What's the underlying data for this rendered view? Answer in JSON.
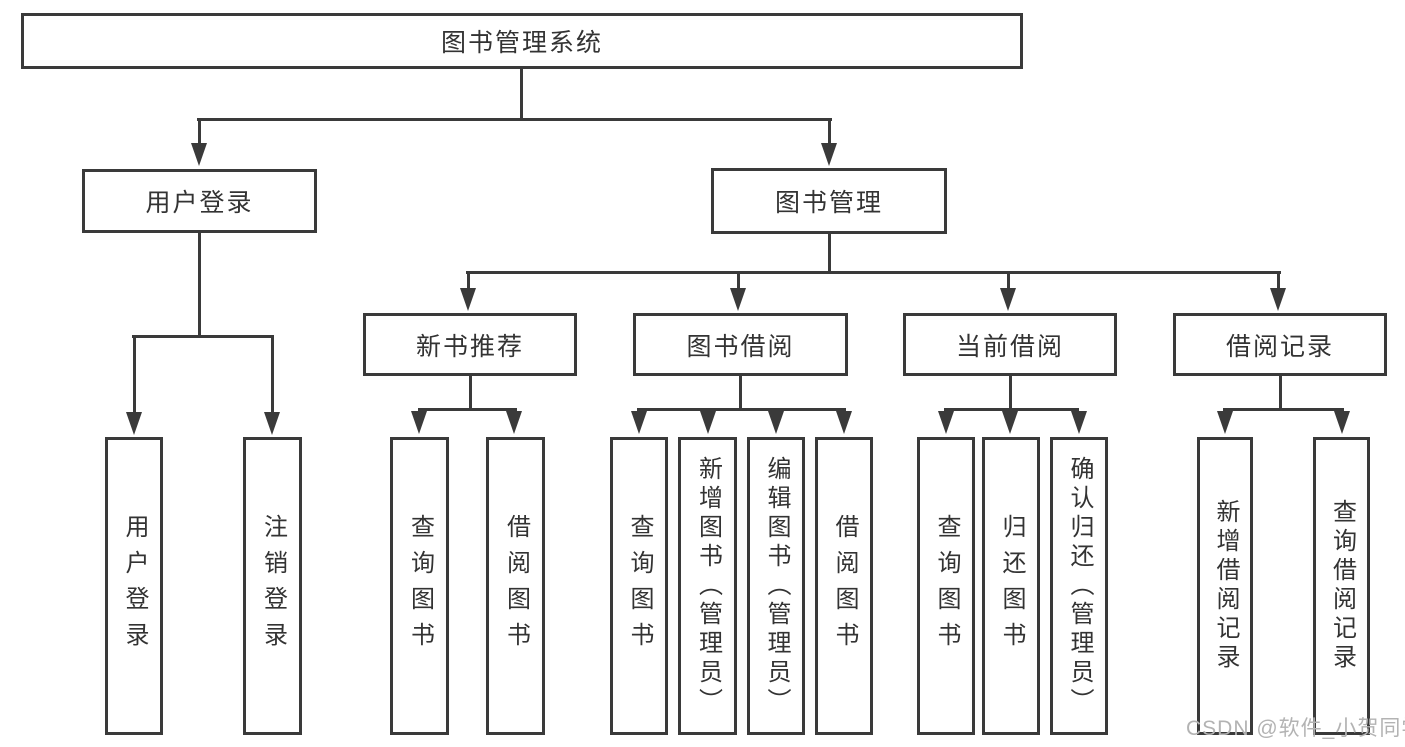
{
  "diagram": {
    "title": "图书管理系统",
    "watermark": "CSDN @软件_小贺同学",
    "colors": {
      "line": "#3a3a3a",
      "text": "#333333",
      "background": "#ffffff",
      "watermark": "#b3b3b3"
    },
    "nodes": {
      "root": "图书管理系统",
      "user_login": "用户登录",
      "book_mgmt": "图书管理",
      "new_book_rec": "新书推荐",
      "book_borrow": "图书借阅",
      "current_borrow": "当前借阅",
      "borrow_records": "借阅记录",
      "ul_login": "用户登录",
      "ul_logout": "注销登录",
      "nb_query": "查询图书",
      "nb_borrow": "借阅图书",
      "bb_query": "查询图书",
      "bb_add": "新增图书（管理员）",
      "bb_edit": "编辑图书（管理员）",
      "bb_borrow": "借阅图书",
      "cb_query": "查询图书",
      "cb_return": "归还图书",
      "cb_confirm": "确认归还（管理员）",
      "br_add": "新增借阅记录",
      "br_query": "查询借阅记录"
    },
    "hierarchy": {
      "label": "图书管理系统",
      "children": [
        {
          "label": "用户登录",
          "children": [
            "用户登录",
            "注销登录"
          ]
        },
        {
          "label": "图书管理",
          "children": [
            {
              "label": "新书推荐",
              "children": [
                "查询图书",
                "借阅图书"
              ]
            },
            {
              "label": "图书借阅",
              "children": [
                "查询图书",
                "新增图书（管理员）",
                "编辑图书（管理员）",
                "借阅图书"
              ]
            },
            {
              "label": "当前借阅",
              "children": [
                "查询图书",
                "归还图书",
                "确认归还（管理员）"
              ]
            },
            {
              "label": "借阅记录",
              "children": [
                "新增借阅记录",
                "查询借阅记录"
              ]
            }
          ]
        }
      ]
    }
  }
}
